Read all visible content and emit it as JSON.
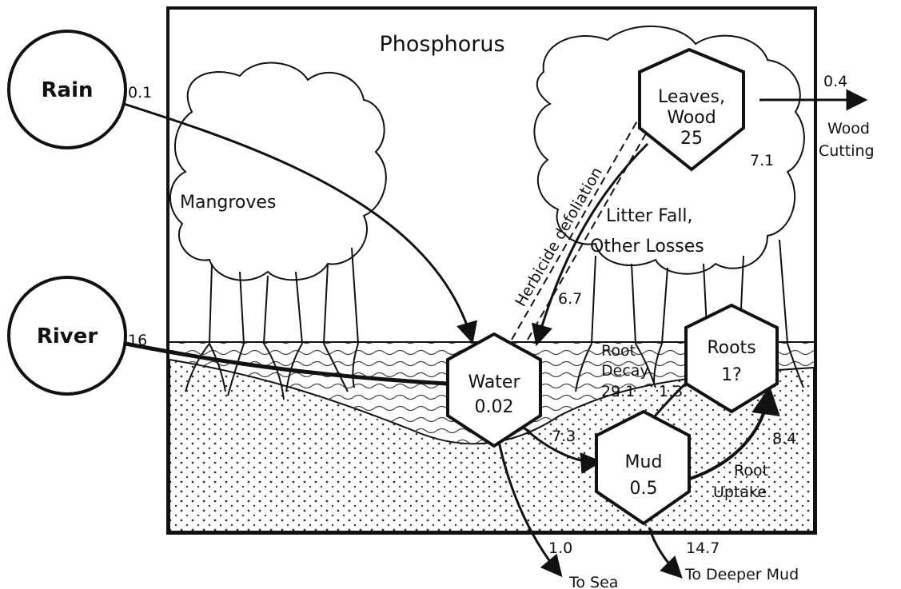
{
  "title": "Phosphorus",
  "sources": {
    "rain": "Rain",
    "river": "River"
  },
  "labels": {
    "mangroves": "Mangroves",
    "herbicide": "Herbicide defoliation",
    "litter_fall_1": "Litter Fall,",
    "litter_fall_2": "Other Losses",
    "root_decay_1": "Root",
    "root_decay_2": "Decay",
    "root_uptake_1": "Root",
    "root_uptake_2": "Uptake",
    "wood_cutting_1": "Wood",
    "wood_cutting_2": "Cutting",
    "to_sea": "To Sea",
    "to_deeper_mud": "To Deeper Mud"
  },
  "storages": {
    "leaves_wood_1": "Leaves,",
    "leaves_wood_2": "Wood",
    "leaves_wood_value": "25",
    "water_name": "Water",
    "water_value": "0.02",
    "roots_name": "Roots",
    "roots_value": "1?",
    "mud_name": "Mud",
    "mud_value": "0.5"
  },
  "flows": {
    "rain_in": "0.1",
    "river_in": "16",
    "wood_cutting": "0.4",
    "leaves_loss": "7.1",
    "litter_to_water": "6.7",
    "root_decay": "29.1",
    "roots_to_mud": "1.3",
    "water_to_mud": "7.3",
    "root_uptake": "8.4",
    "to_sea": "1.0",
    "to_deeper_mud": "14.7"
  },
  "colors": {
    "ink": "#111111",
    "paper": "#ffffff"
  }
}
